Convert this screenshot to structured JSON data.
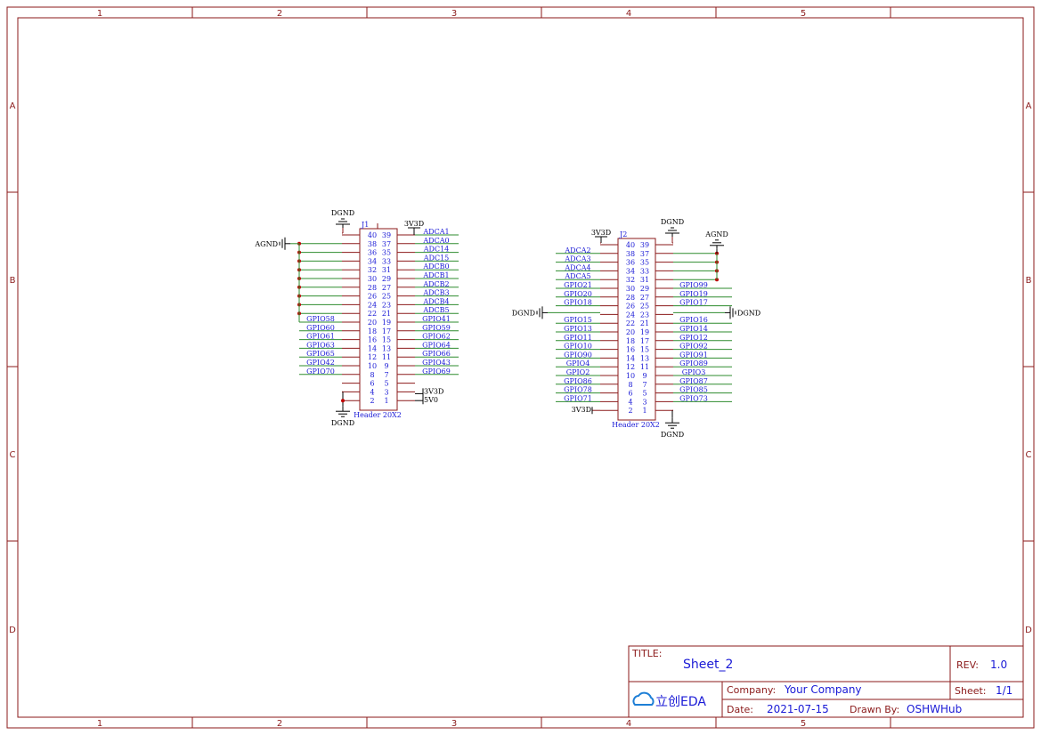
{
  "frame": {
    "columns": [
      "1",
      "2",
      "3",
      "4",
      "5"
    ],
    "rows": [
      "A",
      "B",
      "C",
      "D"
    ]
  },
  "title_block": {
    "title_key": "TITLE:",
    "title": "Sheet_2",
    "rev_key": "REV:",
    "rev": "1.0",
    "company_key": "Company:",
    "company": "Your Company",
    "sheet_key": "Sheet:",
    "sheet": "1/1",
    "date_key": "Date:",
    "date": "2021-07-15",
    "drawn_key": "Drawn By:",
    "drawn_by": "OSHWHub",
    "logo_text": "立创EDA"
  },
  "j1": {
    "designator": "J1",
    "part": "Header 20X2",
    "power_top_left": "DGND",
    "power_top_right": "3V3D",
    "power_left": "AGND",
    "power_bottom_left": "DGND",
    "right_power_3": "3V3D",
    "right_power_1": "5V0",
    "pins_left": [
      "40",
      "38",
      "36",
      "34",
      "32",
      "30",
      "28",
      "26",
      "24",
      "22",
      "20",
      "18",
      "16",
      "14",
      "12",
      "10",
      "8",
      "6",
      "4",
      "2"
    ],
    "pins_right": [
      "39",
      "37",
      "35",
      "33",
      "31",
      "29",
      "27",
      "25",
      "23",
      "21",
      "19",
      "17",
      "15",
      "13",
      "11",
      "9",
      "7",
      "5",
      "3",
      "1"
    ],
    "right_nets": [
      "ADCA1",
      "ADCA0",
      "ADC14",
      "ADC15",
      "ADCB0",
      "ADCB1",
      "ADCB2",
      "ADCB3",
      "ADCB4",
      "ADCB5",
      "GPIO41",
      "GPIO59",
      "GPIO62",
      "GPIO64",
      "GPIO66",
      "GPIO43",
      "GPIO69"
    ],
    "left_nets": [
      "GPIO58",
      "GPIO60",
      "GPIO61",
      "GPIO63",
      "GPIO65",
      "GPIO42",
      "GPIO70"
    ]
  },
  "j2": {
    "designator": "J2",
    "part": "Header 20X2",
    "power_top_left": "3V3D",
    "power_top_mid": "DGND",
    "power_top_right": "AGND",
    "power_left": "DGND",
    "power_right": "DGND",
    "power_bottom_left": "3V3D",
    "power_bottom_right": "DGND",
    "pins_left": [
      "40",
      "38",
      "36",
      "34",
      "32",
      "30",
      "28",
      "26",
      "24",
      "22",
      "20",
      "18",
      "16",
      "14",
      "12",
      "10",
      "8",
      "6",
      "4",
      "2"
    ],
    "pins_right": [
      "39",
      "37",
      "35",
      "33",
      "31",
      "29",
      "27",
      "25",
      "23",
      "21",
      "19",
      "17",
      "15",
      "13",
      "11",
      "9",
      "7",
      "5",
      "3",
      "1"
    ],
    "left_nets": [
      "ADCA2",
      "ADCA3",
      "ADCA4",
      "ADCA5",
      "GPIO21",
      "GPIO20",
      "GPIO18",
      "",
      "GPIO15",
      "GPIO13",
      "GPIO11",
      "GPIO10",
      "GPIO90",
      "GPIO4",
      "GPIO2",
      "GPIO86",
      "GPIO78",
      "GPIO71"
    ],
    "right_nets": [
      "GPIO99",
      "GPIO19",
      "GPIO17",
      "",
      "GPIO16",
      "GPIO14",
      "GPIO12",
      "GPIO92",
      "GPIO91",
      "GPIO89",
      "GPIO3",
      "GPIO87",
      "GPIO85",
      "GPIO73"
    ]
  },
  "colors": {
    "frame": "#8b1a1a",
    "wire": "#2e8b2e",
    "pin": "#8b1a1a",
    "text": "#1a1ad6",
    "junction": "#c00000"
  }
}
